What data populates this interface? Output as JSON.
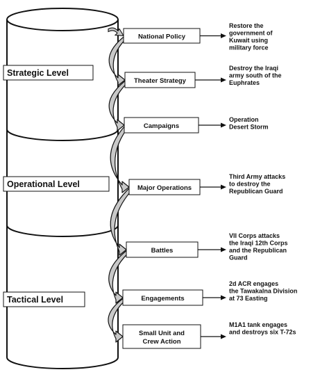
{
  "levels": [
    {
      "id": "strategic",
      "label": "Strategic Level"
    },
    {
      "id": "operational",
      "label": "Operational Level"
    },
    {
      "id": "tactical",
      "label": "Tactical Level"
    }
  ],
  "stages": [
    {
      "label": [
        "National Policy"
      ],
      "outcome": [
        "Restore the",
        "government of",
        "Kuwait using",
        "military force"
      ]
    },
    {
      "label": [
        "Theater Strategy"
      ],
      "outcome": [
        "Destroy the Iraqi",
        "army south of the",
        "Euphrates"
      ]
    },
    {
      "label": [
        "Campaigns"
      ],
      "outcome": [
        "Operation",
        "Desert Storm"
      ]
    },
    {
      "label": [
        "Major Operations"
      ],
      "outcome": [
        "Third Army attacks",
        "to destroy the",
        "Republican Guard"
      ]
    },
    {
      "label": [
        "Battles"
      ],
      "outcome": [
        "VII Corps attacks",
        "the Iraqi 12th Corps",
        "and the Republican",
        "Guard"
      ]
    },
    {
      "label": [
        "Engagements"
      ],
      "outcome": [
        "2d ACR engages",
        "the Tawakalna Division",
        "at 73 Easting"
      ]
    },
    {
      "label": [
        "Small Unit and",
        "Crew Action"
      ],
      "outcome": [
        "M1A1 tank engages",
        "and destroys six T-72s"
      ]
    }
  ],
  "colors": {
    "line": "#111111",
    "fill": "#ffffff",
    "arrow_fill": "#c8c8c8"
  }
}
